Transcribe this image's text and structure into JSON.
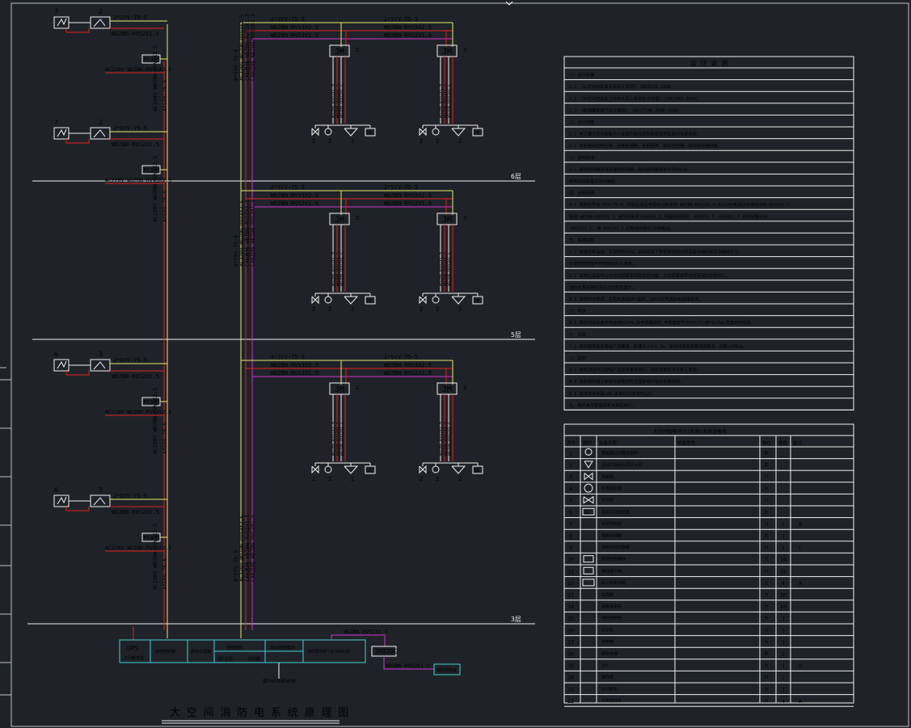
{
  "diagram": {
    "title": "大空间消防电系统原理图",
    "floors": [
      {
        "label": "6层"
      },
      {
        "label": "5层"
      },
      {
        "label": "3层"
      }
    ],
    "left_column": {
      "rows": [
        {
          "num_a": "7",
          "num_b": "2",
          "cable_top": "2*SYV-75-5",
          "cable_bot": "WDZBN-RVS2X1.5",
          "box": "PS3/5",
          "power": "AC220V WDZBN-RVV3X2.5"
        },
        {
          "num_a": "7",
          "num_b": "2",
          "cable_top": "2*SYV-75-5",
          "cable_bot": "WDZBN-RVS2X1.5",
          "box": "PS3/5",
          "power": "AC220V WDZBN-RVV3X2.5"
        },
        {
          "num_a": "6",
          "num_b": "3",
          "cable_top": "2*SYV-75-5",
          "cable_bot": "WDZBN-RVS2X1.5",
          "box": "PS3/5",
          "power": "AC220V WDZBN-RVV3X2.5"
        },
        {
          "num_a": "6",
          "num_b": "3",
          "cable_top": "2*SYV-75-5",
          "cable_bot": "WDZBN-RVS2X1.5",
          "box": "PS3/5",
          "power": "AC220V WDZBN-RVV3X2.5"
        }
      ],
      "vertical_labels": [
        "AC220V WDZBN-RVV3X2.5",
        "4*SYV-75-5"
      ]
    },
    "right_groups": [
      {
        "cable_a": "4*SYV-75-5",
        "cable_b": "WDZBN-RVV3X2.5",
        "cable_c": "WDZBN-RVS2X1.5",
        "cable_d": "2*SYV-75-5",
        "cable_e": "WDZBN-RVV3X2.5",
        "cable_f": "WDZBN-RVS2X1.5",
        "jm": "JM",
        "jm_count": "2",
        "dev_count": "2"
      },
      {
        "cable_a": "4*SYV-75-5",
        "cable_b": "WDZBN-RVV3X2.5",
        "cable_c": "WDZBN-RVS2X1.5",
        "cable_d": "2*SYV-75-5",
        "cable_e": "WDZBN-RVV3X2.5",
        "cable_f": "WDZBN-RVS2X1.5",
        "jm": "JM",
        "jm_count": "2",
        "dev_count": "2"
      },
      {
        "cable_a": "4*SYV-75-5",
        "cable_b": "WDZBN-RVV3X2.5",
        "cable_c": "WDZBN-RVS2X1.5",
        "cable_d": "2*SYV-75-5",
        "cable_e": "WDZBN-RVV3X2.5",
        "cable_f": "WDZBN-RVS2X1.5",
        "jm": "JM",
        "jm_count": "2",
        "dev_count": "2"
      }
    ],
    "mid_vertical_labels": [
      "8*SYV-75-5",
      "AC220V WDZBN-RVV3X2.5",
      "CAN总线 WDZBN-RVS2X1.5",
      "CAN总线 WDZBN-RVS2X1.5"
    ],
    "bottom": {
      "ups": "UPS",
      "ups_sub": "不间断电源",
      "cells": [
        "系统控制器",
        "图像处理器",
        "视频矩阵",
        "联动控制模块",
        "消防主机",
        "控制器",
        "消防联动柜(含CAN总线)"
      ],
      "jk": "JK02DG",
      "jk_cable_top": "WDZBN-RVS2X1.5",
      "jk_cable_bot": "WDZBN-RVS2X1.5",
      "jk_target": "消防控制室",
      "fas": "接FAS系统总线"
    }
  },
  "notes": {
    "title": "设 计 说 明",
    "lines": [
      "一、设计依据",
      "1.1 《火灾自动报警系统设计规范》 GB50116-2008",
      "1.2 《大空间智能型主动喷水灭火系统技术规程》(CECS263-2009)",
      "1.3 《民用建筑电气设计规范》 (DG/TJ08-2048-2008)",
      "二、设计范围",
      "2.1 本工程大空间智能灭火装置的联动控制系统及其配套的电源系统。",
      "2.2 本系统由控制主机、图像处理器、视频矩阵、联动控制器、现场探测器组成。",
      "三、系统组成",
      "3.1 系统探测器采用双波段探测器，每台探测器保护半径约12m。",
      "  系统具体配置详见平面图。",
      "四、线缆选择",
      "4.1 视频信号线 SYV-75-5，控制总线及电源线分别采用 WDZBN-RVS2X1.5,AC220V电源线采用WDZBN-RVV3X2.5,",
      "探测-WDZBN-RVV3X2.5 信号线采用-RVV4X1.5,电磁阀控制线 -RVV2X1.5,-RVV2X1.5 由控制箱引出。",
      "-RVS2X1.5, 接-RVV2X1.5,控制线均穿SC20管敷设。",
      "五、系统控制",
      "5.1 系统设有自动、手动控制方式，自动状态下系统探测到火灾后启动消防泵及电磁阀灭火。",
      "  在消防控制室可手动启动灭火装置。",
      "5.2 系统应具有与火灾自动报警系统联动的功能，火灾报警信号传送至消防控制中心。",
      "  消防水泵启停状态应在控制室显示。",
      "6.3 系统供电要求：主机电源由UPS提供，24V/DC电源由电源箱提供。",
      "六、电源",
      "6.1 系统现场设备供电采用DC24V,由电源箱提供,电源箱型号为PS3/5(或PS3/5A)配套EPS电源。",
      "七、安装",
      "7.1 探测器安装高度按产品要求，距墙不小于0.5m，信号线采用屏蔽线缆敷设，间距≥300mm。",
      "八、其他",
      "8.1 系统调试时应按照产品技术要求进行，调试合格后方可投入使用。",
      "8.2 本系统的施工安装及验收应符合国家现行有关标准规范。",
      "8.3 系统接地电阻≤4Ω,采用综合接地时≤1Ω。",
      "九、其余未尽事宜按有关规范执行。"
    ]
  },
  "legend": {
    "title": "大空间智能灭火(水炮)系统设备表",
    "headers": [
      "序号",
      "图例",
      "设备名称",
      "规格型号",
      "单位",
      "数量",
      "备注"
    ],
    "rows": [
      {
        "n": "1",
        "sym": "det",
        "name": "智能型红外探测组件",
        "spec": "",
        "unit": "套",
        "qty": "",
        "note": ""
      },
      {
        "n": "2",
        "sym": "cannon",
        "name": "自动扫描射水高空水炮",
        "spec": "",
        "unit": "套",
        "qty": "",
        "note": ""
      },
      {
        "n": "3",
        "sym": "valve",
        "name": "电磁阀",
        "spec": "",
        "unit": "只",
        "qty": "",
        "note": ""
      },
      {
        "n": "4",
        "sym": "flow",
        "name": "水流指示器",
        "spec": "",
        "unit": "只",
        "qty": "",
        "note": ""
      },
      {
        "n": "5",
        "sym": "bowtie",
        "name": "信号阀",
        "spec": "",
        "unit": "只",
        "qty": "",
        "note": ""
      },
      {
        "n": "6",
        "sym": "sd",
        "name": "现场手动控制盘",
        "spec": "",
        "unit": "台",
        "qty": "",
        "note": ""
      },
      {
        "n": "7",
        "sym": "",
        "name": "系统控制器",
        "spec": "",
        "unit": "台",
        "qty": "1",
        "note": "B"
      },
      {
        "n": "8",
        "sym": "",
        "name": "图像处理器",
        "spec": "",
        "unit": "台",
        "qty": "1",
        "note": ""
      },
      {
        "n": "9",
        "sym": "",
        "name": "视频矩阵切换器",
        "spec": "",
        "unit": "台",
        "qty": "1",
        "note": "C"
      },
      {
        "n": "10",
        "sym": "box1",
        "name": "联动控制模块",
        "spec": "",
        "unit": "只",
        "qty": "10",
        "note": ""
      },
      {
        "n": "11",
        "sym": "box2",
        "name": "接线端子箱",
        "spec": "",
        "unit": "只",
        "qty": "25",
        "note": ""
      },
      {
        "n": "12",
        "sym": "ps",
        "name": "DC24V电源箱",
        "spec": "",
        "unit": "台",
        "qty": "4",
        "note": "A"
      },
      {
        "n": "13",
        "sym": "",
        "name": "监视器",
        "spec": "",
        "unit": "台",
        "qty": "10",
        "note": ""
      },
      {
        "n": "14",
        "sym": "",
        "name": "硬盘录像机",
        "spec": "",
        "unit": "台",
        "qty": "10",
        "note": ""
      },
      {
        "n": "15",
        "sym": "",
        "name": "消防控制柜",
        "spec": "",
        "unit": "台",
        "qty": "1",
        "note": ""
      },
      {
        "n": "16",
        "sym": "",
        "name": "打印机",
        "spec": "",
        "unit": "台",
        "qty": "1",
        "note": ""
      },
      {
        "n": "17",
        "sym": "",
        "name": "控制箱",
        "spec": "",
        "unit": "台",
        "qty": "1",
        "note": ""
      },
      {
        "n": "18",
        "sym": "",
        "name": "模拟末端",
        "spec": "",
        "unit": "套",
        "qty": "2",
        "note": ""
      },
      {
        "n": "19",
        "sym": "",
        "name": "UPS",
        "spec": "",
        "unit": "台",
        "qty": "1",
        "note": "D"
      },
      {
        "n": "20",
        "sym": "",
        "name": "接线盒",
        "spec": "",
        "unit": "台",
        "qty": "1",
        "note": ""
      },
      {
        "n": "21",
        "sym": "",
        "name": "EPS电源",
        "spec": "",
        "unit": "台",
        "qty": "1",
        "note": ""
      },
      {
        "n": "22",
        "sym": "",
        "name": "主机监控柜",
        "spec": "",
        "unit": "台",
        "qty": "4",
        "note": "A"
      }
    ]
  },
  "colors": {
    "yellow": "#e8e86a",
    "red": "#e02020",
    "magenta": "#d030d0",
    "cyan": "#40d0d0",
    "white": "#f0f0f0",
    "background": "#1f2329"
  }
}
